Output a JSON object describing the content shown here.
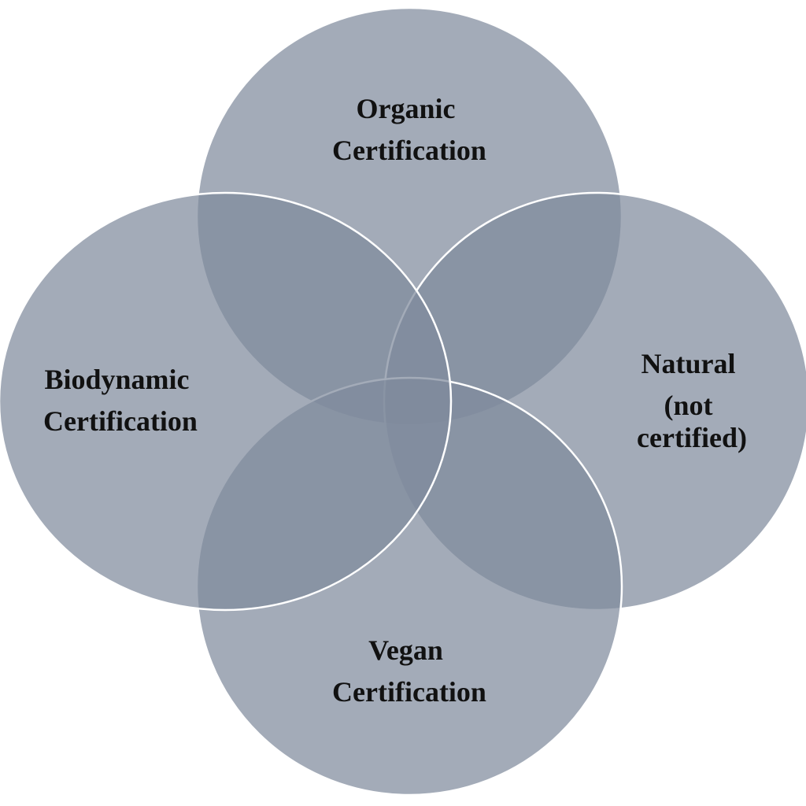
{
  "diagram": {
    "type": "venn",
    "fill_color": "#7f8a9c",
    "fill_opacity": 0.72,
    "outline_color": "#ffffff",
    "sets": [
      {
        "id": "organic",
        "lines": [
          "Organic",
          "Certification"
        ]
      },
      {
        "id": "natural",
        "lines": [
          "Natural",
          "(not",
          "certified)"
        ]
      },
      {
        "id": "vegan",
        "lines": [
          "Vegan",
          "Certification"
        ]
      },
      {
        "id": "biodynamic",
        "lines": [
          "Biodynamic",
          "Certification"
        ]
      }
    ]
  }
}
